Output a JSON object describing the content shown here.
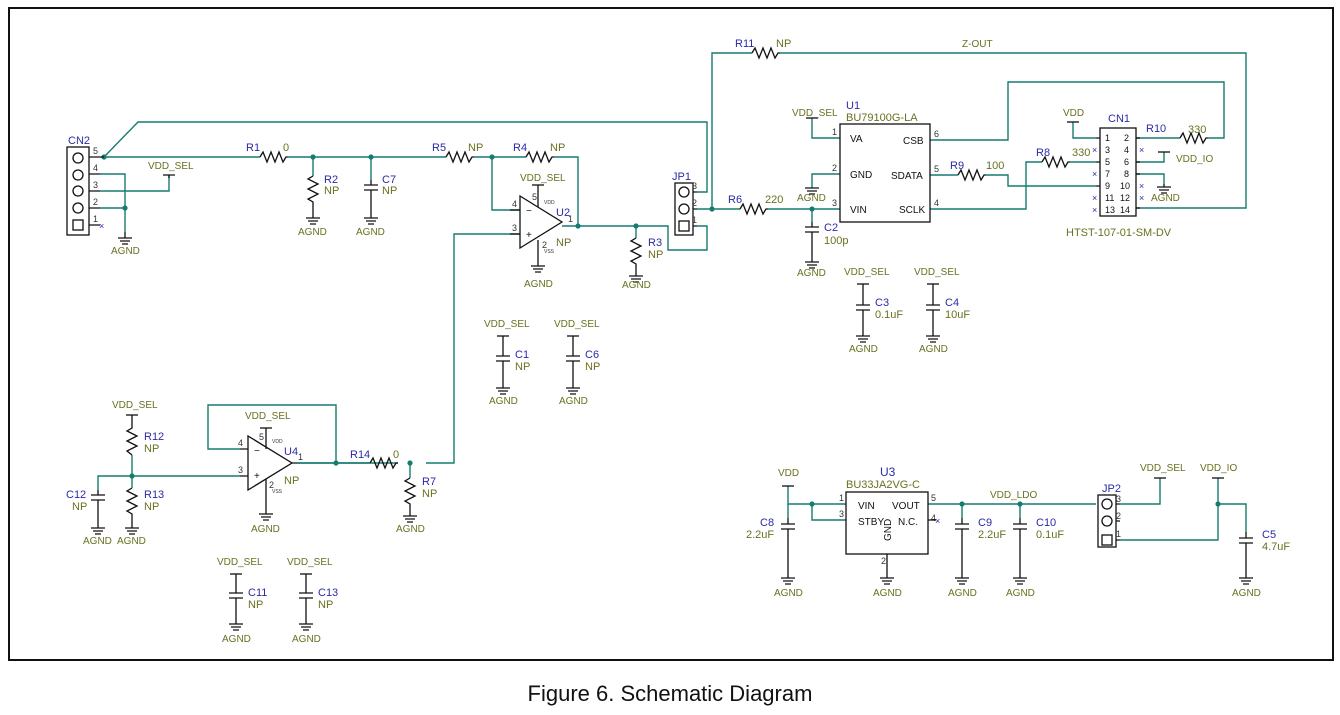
{
  "caption": "Figure 6. Schematic Diagram",
  "nets": {
    "vdd_sel": "VDD_SEL",
    "vdd": "VDD",
    "vdd_io": "VDD_IO",
    "vdd_ldo": "VDD_LDO",
    "agnd": "AGND",
    "z_out": "Z-OUT"
  },
  "parts": {
    "CN2": {
      "ref": "CN2",
      "pins": [
        "5",
        "4",
        "3",
        "2",
        "1"
      ]
    },
    "R1": {
      "ref": "R1",
      "value": "0"
    },
    "R2": {
      "ref": "R2",
      "value": "NP"
    },
    "C7": {
      "ref": "C7",
      "value": "NP"
    },
    "R5": {
      "ref": "R5",
      "value": "NP"
    },
    "R4": {
      "ref": "R4",
      "value": "NP"
    },
    "U2": {
      "ref": "U2",
      "value": "NP",
      "pins": [
        "5",
        "4",
        "3",
        "2",
        "1"
      ],
      "pin_labels": [
        "VDD",
        "VSS"
      ]
    },
    "R3": {
      "ref": "R3",
      "value": "NP"
    },
    "JP1": {
      "ref": "JP1",
      "pins": [
        "3",
        "2",
        "1"
      ]
    },
    "R11": {
      "ref": "R11",
      "value": "NP"
    },
    "R6": {
      "ref": "R6",
      "value": "220"
    },
    "C2": {
      "ref": "C2",
      "value": "100p"
    },
    "U1": {
      "ref": "U1",
      "part": "BU79100G-LA",
      "pin_names": [
        "VA",
        "GND",
        "VIN",
        "CSB",
        "SDATA",
        "SCLK"
      ],
      "pins": [
        "1",
        "2",
        "3",
        "6",
        "5",
        "4"
      ]
    },
    "R9": {
      "ref": "R9",
      "value": "100"
    },
    "R8": {
      "ref": "R8",
      "value": "330"
    },
    "R10": {
      "ref": "R10",
      "value": "330"
    },
    "CN1": {
      "ref": "CN1",
      "part": "HTST-107-01-SM-DV",
      "pins_left": [
        "1",
        "3",
        "5",
        "7",
        "9",
        "11",
        "13"
      ],
      "pins_right": [
        "2",
        "4",
        "6",
        "8",
        "10",
        "12",
        "14"
      ]
    },
    "C3": {
      "ref": "C3",
      "value": "0.1uF"
    },
    "C4": {
      "ref": "C4",
      "value": "10uF"
    },
    "C1": {
      "ref": "C1",
      "value": "NP"
    },
    "C6": {
      "ref": "C6",
      "value": "NP"
    },
    "R12": {
      "ref": "R12",
      "value": "NP"
    },
    "R13": {
      "ref": "R13",
      "value": "NP"
    },
    "C12": {
      "ref": "C12",
      "value": "NP"
    },
    "U4": {
      "ref": "U4",
      "value": "NP",
      "pins": [
        "5",
        "4",
        "3",
        "2",
        "1"
      ],
      "pin_labels": [
        "VDD",
        "VSS"
      ]
    },
    "R14": {
      "ref": "R14",
      "value": "0"
    },
    "R7": {
      "ref": "R7",
      "value": "NP"
    },
    "C11": {
      "ref": "C11",
      "value": "NP"
    },
    "C13": {
      "ref": "C13",
      "value": "NP"
    },
    "U3": {
      "ref": "U3",
      "part": "BU33JA2VG-C",
      "pin_names": [
        "VIN",
        "STBY",
        "VOUT",
        "N.C.",
        "GND"
      ],
      "pins": [
        "1",
        "3",
        "5",
        "4",
        "2"
      ]
    },
    "C8": {
      "ref": "C8",
      "value": "2.2uF"
    },
    "C9": {
      "ref": "C9",
      "value": "2.2uF"
    },
    "C10": {
      "ref": "C10",
      "value": "0.1uF"
    },
    "JP2": {
      "ref": "JP2",
      "pins": [
        "3",
        "2",
        "1"
      ]
    },
    "C5": {
      "ref": "C5",
      "value": "4.7uF"
    }
  }
}
